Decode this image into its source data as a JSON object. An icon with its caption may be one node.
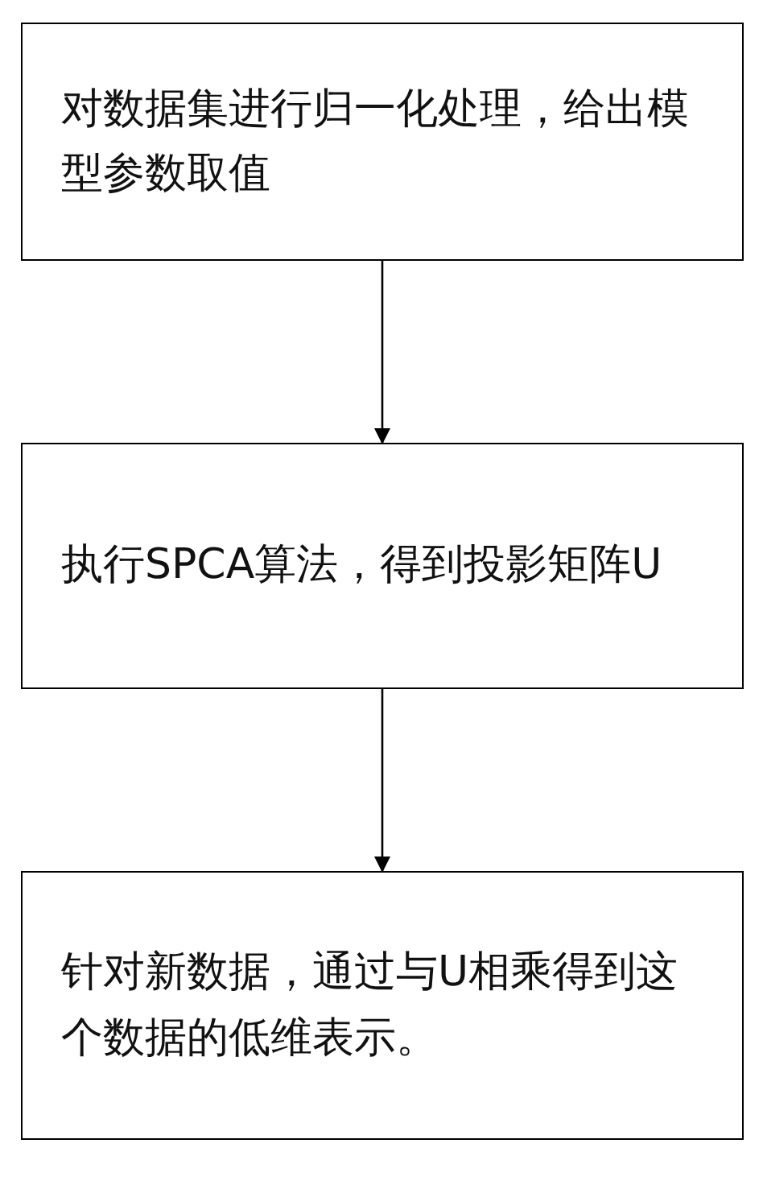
{
  "diagram": {
    "nodes": [
      {
        "text": [
          "对数据集进行归一化处理，给出模型参数取值"
        ]
      },
      {
        "text": [
          "执行SPCA算法，得到投影矩阵U"
        ]
      },
      {
        "text": [
          "针对新数据，通过与U相乘得到这个数据的低维表示。"
        ]
      }
    ],
    "edges": [
      {
        "from": 0,
        "to": 1,
        "arrow": "to"
      },
      {
        "from": 1,
        "to": 2,
        "arrow": "to"
      }
    ]
  }
}
